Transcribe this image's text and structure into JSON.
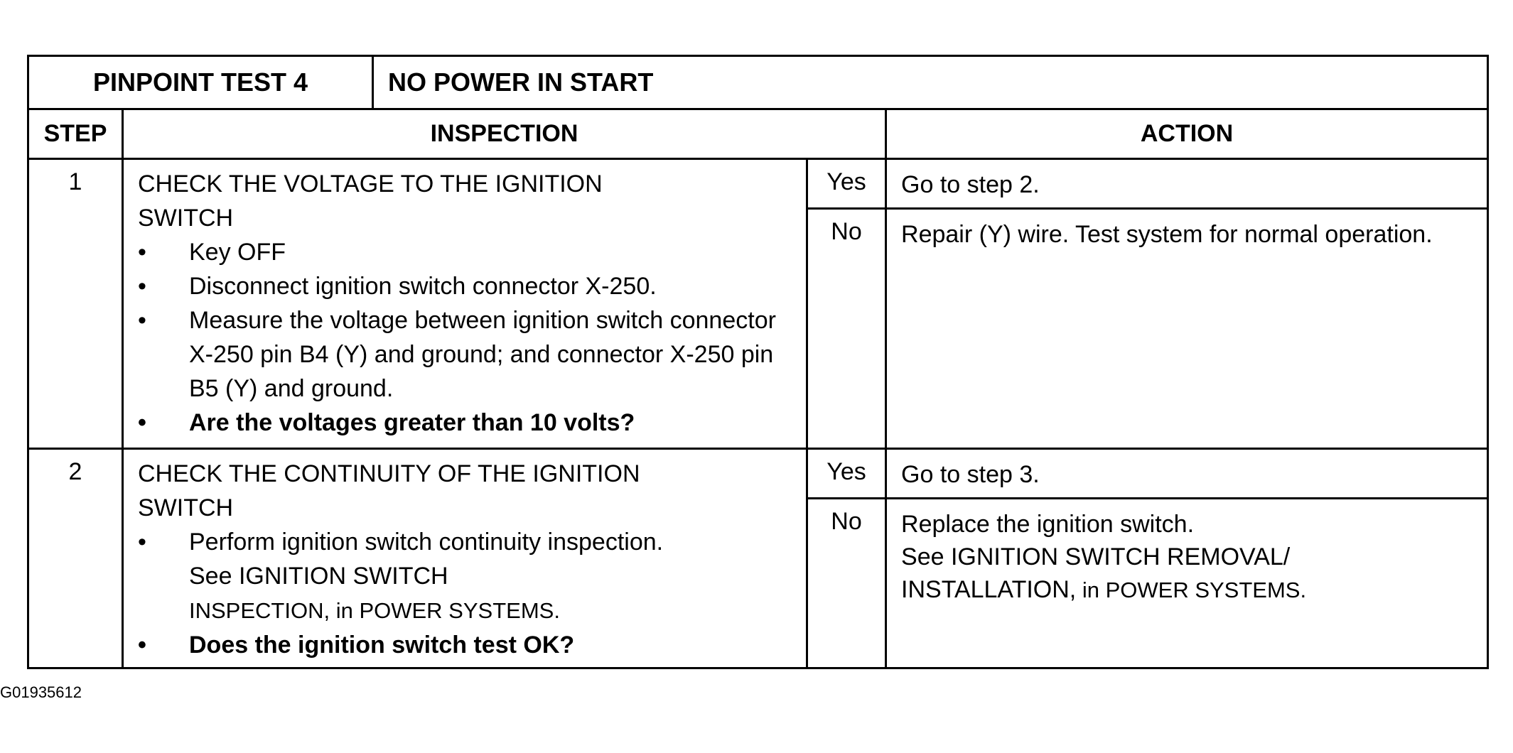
{
  "test": {
    "label": "PINPOINT TEST 4",
    "name": "NO POWER IN START"
  },
  "columns": {
    "step": "STEP",
    "inspection": "INSPECTION",
    "action": "ACTION"
  },
  "steps": [
    {
      "number": "1",
      "heading_line1": "CHECK THE VOLTAGE TO THE IGNITION",
      "heading_line2": "SWITCH",
      "bullet": "•",
      "items": [
        "Key OFF",
        "Disconnect ignition switch connector X-250.",
        "Measure the voltage between ignition switch connector X-250 pin B4 (Y) and ground; and connector X-250 pin B5 (Y) and ground.",
        "Are the voltages greater than 10 volts?"
      ],
      "yes_label": "Yes",
      "yes_action": "Go to step 2.",
      "no_label": "No",
      "no_action": "Repair (Y) wire.  Test system for normal operation."
    },
    {
      "number": "2",
      "heading_line1": "CHECK THE CONTINUITY OF THE IGNITION",
      "heading_line2": "SWITCH",
      "bullet": "•",
      "item1_line1": "Perform ignition switch continuity inspection.",
      "item1_line2": "See IGNITION  SWITCH",
      "item1_line3_a": "INSPECTION,",
      "item1_line3_b": " in POWER SYSTEMS.",
      "item2": "Does the ignition switch test OK?",
      "yes_label": "Yes",
      "yes_action": "Go to step 3.",
      "no_label": "No",
      "no_action_line1": "Replace the ignition switch.",
      "no_action_line2": "See IGNITION SWITCH REMOVAL/",
      "no_action_line3_a": "INSTALLATION,",
      "no_action_line3_b": " in POWER SYSTEMS."
    }
  ],
  "figure_id": "G01935612"
}
